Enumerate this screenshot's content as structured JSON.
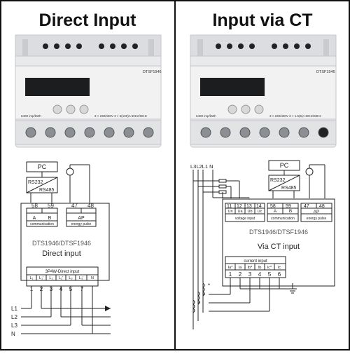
{
  "left": {
    "title": "Direct Input",
    "meter": {
      "model": "DTSF1946",
      "pulse_rate": "6400 imp/kWh",
      "spec": "3 × 230/400V  3 × 5(100)A  50Hz/60Hz"
    },
    "diagram": {
      "pc": "PC",
      "rs232": "RS232",
      "rs485": "RS485",
      "terminals_comm": [
        "58",
        "59"
      ],
      "terminals_pulse": [
        "47",
        "48"
      ],
      "comm_letters": [
        "A",
        "B"
      ],
      "pulse_letter": "AP",
      "comm_caption": "communication",
      "pulse_caption": "energy pulse",
      "model_text": "DTS1946/DTSF1946",
      "mode_text": "Direct input",
      "input_title": "3P4W-Direct input",
      "input_labels": [
        "L₁",
        "L₁'",
        "L₂",
        "L₂'",
        "L₃",
        "L₃'",
        "N"
      ],
      "input_numbers": [
        "1",
        "2",
        "3",
        "4",
        "5",
        "7"
      ],
      "lines": [
        "L1",
        "L2",
        "L3",
        "N"
      ]
    }
  },
  "right": {
    "title": "Input via CT",
    "meter": {
      "model": "DTSF1946",
      "pulse_rate": "6400 imp/kWh",
      "spec": "3 × 230/400V  3 × 1.5(6)A  50Hz/60Hz"
    },
    "diagram": {
      "top_lines": "L3L2L1 N",
      "pc": "PC",
      "rs232": "RS232",
      "rs485": "RS485",
      "terminals_voltage": [
        "11",
        "12",
        "13",
        "14"
      ],
      "voltage_letters": [
        "Un",
        "Ua",
        "Ub",
        "Uc"
      ],
      "voltage_caption": "voltage input",
      "terminals_comm": [
        "58",
        "59"
      ],
      "terminals_pulse": [
        "47",
        "48"
      ],
      "comm_letters": [
        "A",
        "B"
      ],
      "pulse_letter": "AP",
      "comm_caption": "communication",
      "pulse_caption": "energy pulse",
      "model_text": "DTS1946/DTSF1946",
      "mode_text": "Via CT input",
      "current_title": "current input",
      "current_labels": [
        "Ia*",
        "Ia",
        "Ib*",
        "Ib",
        "Ic*",
        "Ic"
      ],
      "current_numbers": [
        "1",
        "2",
        "3",
        "4",
        "5",
        "6"
      ]
    }
  }
}
